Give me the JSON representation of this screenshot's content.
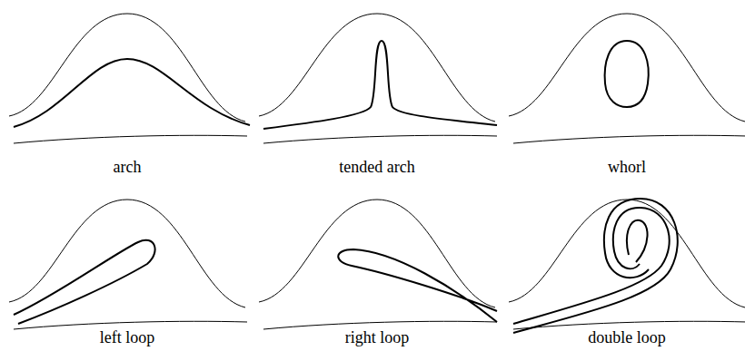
{
  "diagram": {
    "labels": [
      "arch",
      "tended arch",
      "whorl",
      "left loop",
      "right loop",
      "double loop"
    ]
  }
}
